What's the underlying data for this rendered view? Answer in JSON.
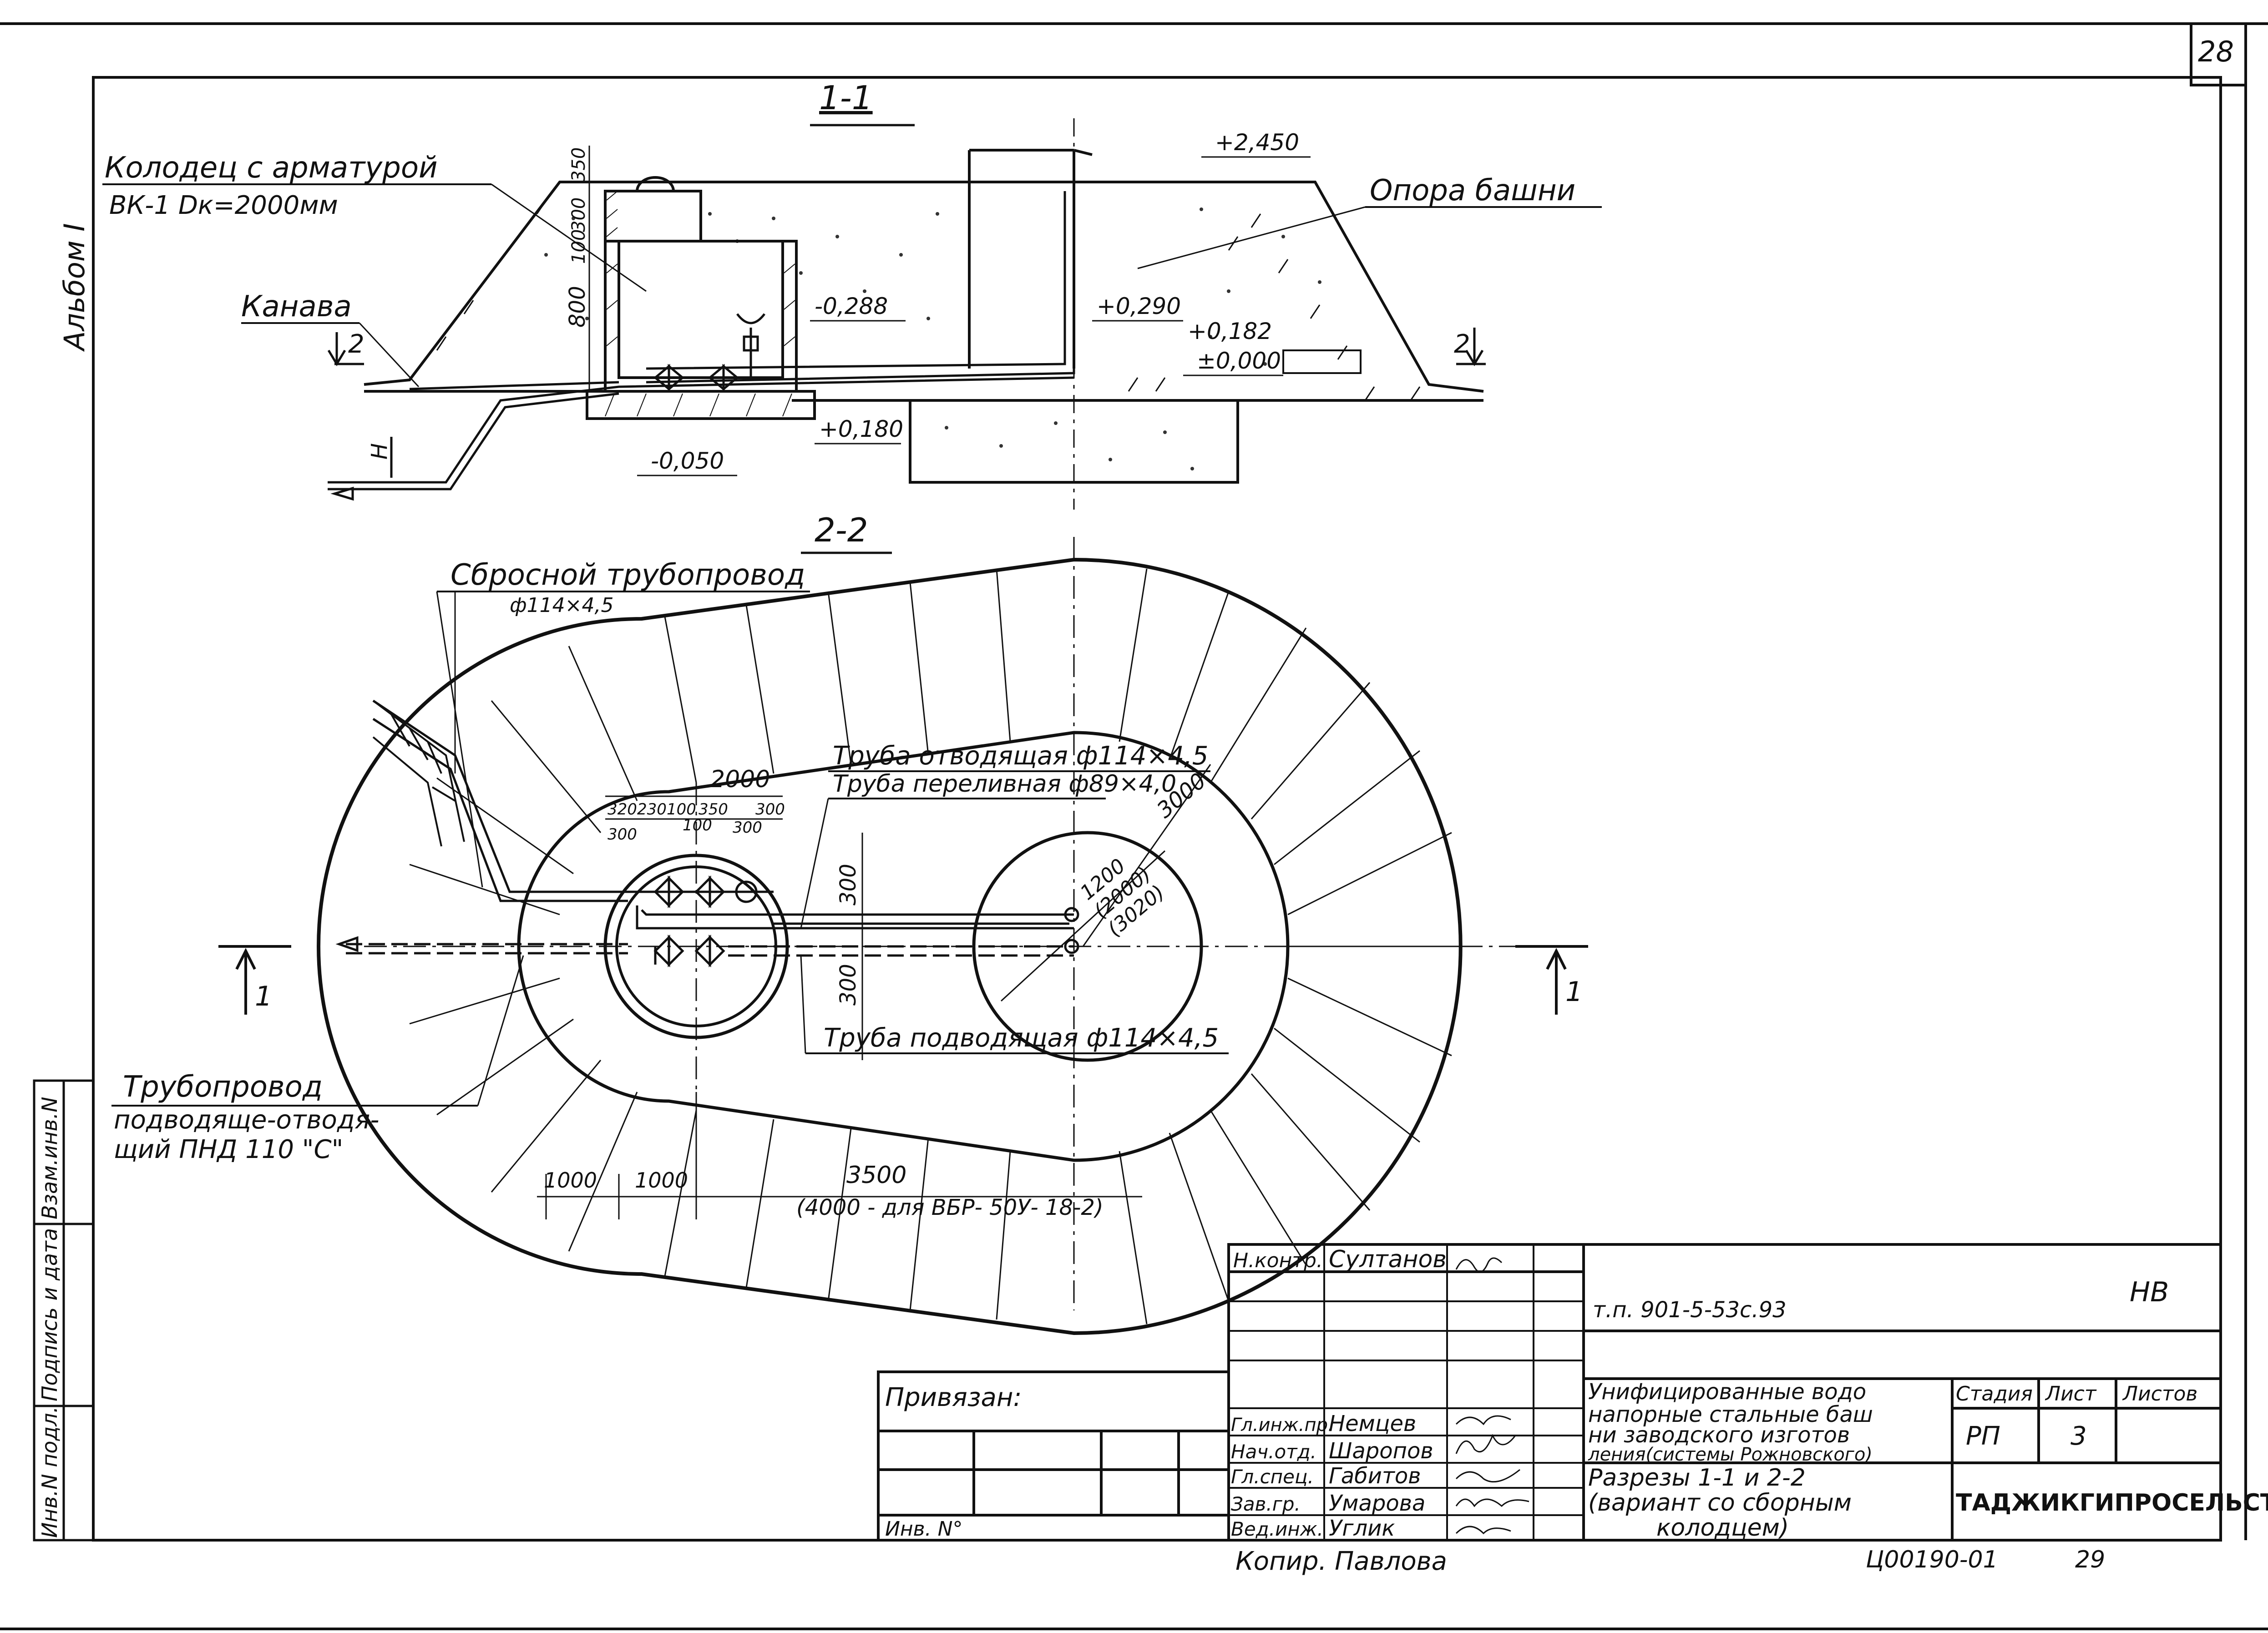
{
  "sheet": {
    "page_number": "28",
    "album_label": "Альбом I",
    "side_labels": [
      "Инв.N подл.",
      "Подпись и дата",
      "Взам.инв.N"
    ]
  },
  "section_1": {
    "title": "1-1",
    "well_label_line1": "Колодец с арматурой",
    "well_label_line2": "ВК-1     Dк=2000мм",
    "ditch_label": "Канава",
    "tower_label": "Опора башни",
    "section_mark_left": "2",
    "section_mark_right": "2",
    "h_label": "H",
    "elevations": [
      "+2,450",
      "-0,288",
      "+0,290",
      "+0,182",
      "±0,000",
      "+0,180",
      "-0,050"
    ],
    "vertical_dims": [
      "350",
      "300",
      "100",
      "800"
    ]
  },
  "section_2": {
    "title": "2-2",
    "discharge_pipe_label": "Сбросной трубопровод",
    "discharge_pipe_size": "ф114×4,5",
    "outlet_pipe_label": "Труба отводящая ф114×4,5",
    "overflow_pipe_label": "Труба переливная ф89×4,0",
    "supply_pipe_label": "Труба подводящая ф114×4,5",
    "pipeline_label_line1": "Трубопровод",
    "pipeline_label_line2": "подводяще-отводя-",
    "pipeline_label_line3": "щий  ПНД 110 \"С\"",
    "dim_top": "2000",
    "dims_small_row1": [
      "320",
      "230",
      "100",
      "350",
      "300"
    ],
    "dims_small_row2": [
      "300",
      "100",
      "300"
    ],
    "dim_vertical": [
      "300",
      "300"
    ],
    "radius_dim": "3000",
    "radius_values": [
      "1200",
      "(2000)",
      "(3020)"
    ],
    "bottom_dims": [
      "1000",
      "1000",
      "3500"
    ],
    "bottom_dim_note": "(4000 - для ВБР- 50У- 18-2)",
    "cut_mark": "1"
  },
  "title_block": {
    "privyazan": "Привязан:",
    "inv_no": "Инв. N°",
    "roles": [
      "Н.контр.",
      "Гл.инж.пр.",
      "Нач.отд.",
      "Гл.спец.",
      "Зав.гр.",
      "Вед.инж."
    ],
    "names": [
      "Султанов",
      "Немцев",
      "Шаропов",
      "Габитов",
      "Умарова",
      "Углик"
    ],
    "project_code": "т.п. 901-5-53с.93",
    "mark": "НВ",
    "description_lines": [
      "Унифицированные водо",
      "напорные стальные баш",
      "ни заводского изготов",
      "ления(системы Рожновского)"
    ],
    "drawing_title_lines": [
      "Разрезы 1-1 и 2-2",
      "(вариант со сборным",
      "колодцем)"
    ],
    "stage_header": "Стадия",
    "sheet_header": "Лист",
    "sheets_header": "Листов",
    "stage": "РП",
    "sheet": "3",
    "organization": "ТАДЖИКГИПРОСЕЛЬСТРОЙ",
    "copied_by": "Копир. Павлова",
    "doc_number": "Ц00190-01",
    "doc_page": "29"
  }
}
